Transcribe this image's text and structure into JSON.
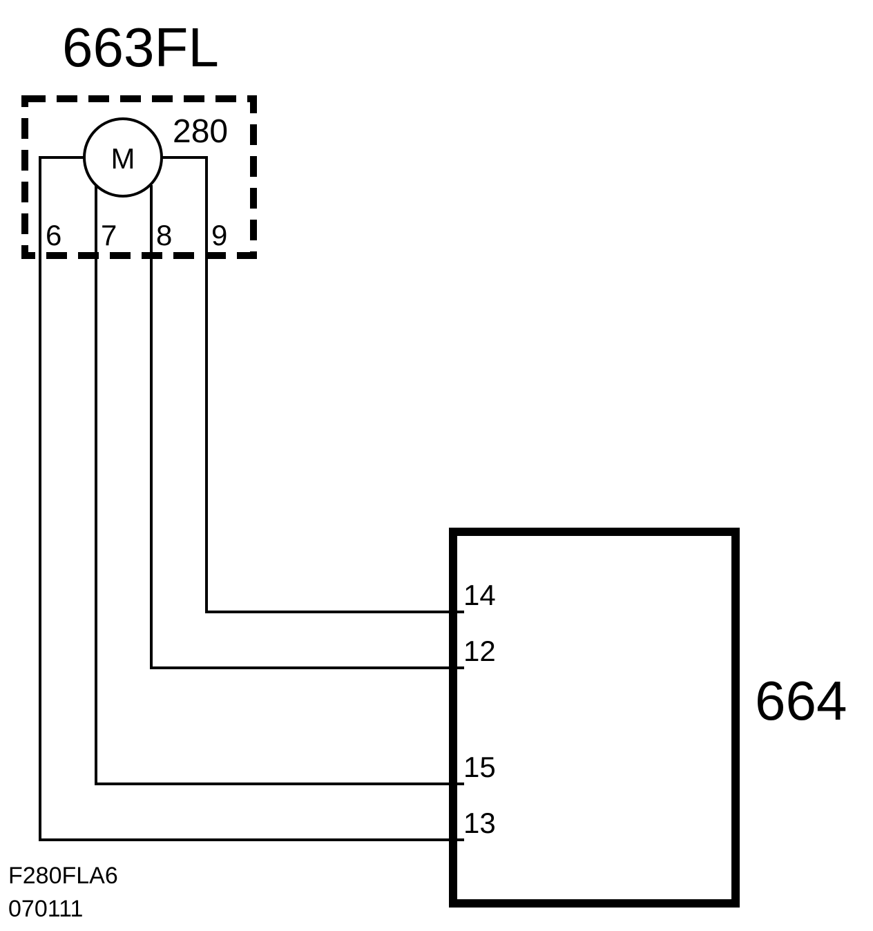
{
  "component_top": {
    "name": "663FL",
    "ref": "280",
    "motor_symbol": "M",
    "pins": [
      "6",
      "7",
      "8",
      "9"
    ]
  },
  "component_bottom": {
    "name": "664",
    "pins": [
      "14",
      "12",
      "15",
      "13"
    ]
  },
  "footer": {
    "code": "F280FLA6",
    "date": "070111"
  },
  "colors": {
    "line": "#000000",
    "background": "#ffffff"
  }
}
